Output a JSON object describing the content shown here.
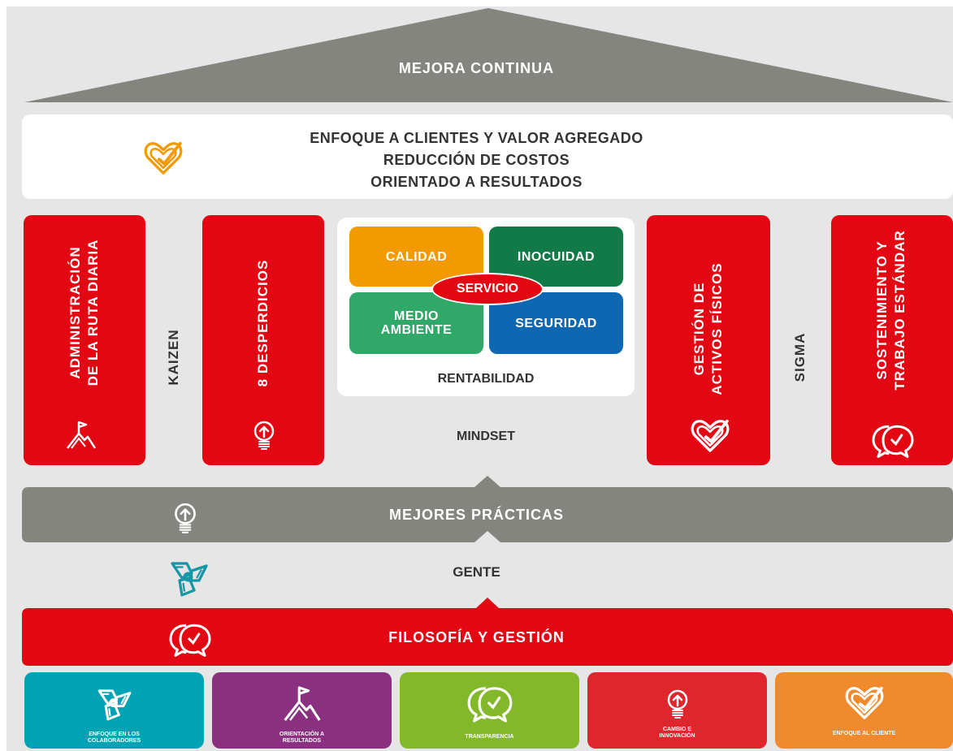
{
  "roof": {
    "label": "MEJORA CONTINUA"
  },
  "value_bar": {
    "lines": [
      "ENFOQUE A CLIENTES Y VALOR AGREGADO",
      "REDUCCIÓN DE COSTOS",
      "ORIENTADO A RESULTADOS"
    ],
    "icon": "heart-check-icon"
  },
  "pillars": {
    "p1": {
      "line1": "ADMINISTRACIÓN",
      "line2": "DE LA RUTA DIARIA",
      "icon": "mountain-flag-icon"
    },
    "kaizen": "KAIZEN",
    "p2": {
      "line1": "8 DESPERDICIOS",
      "icon": "lightbulb-icon"
    },
    "p3": {
      "line1": "GESTIÓN DE",
      "line2": "ACTIVOS FÍSICOS",
      "icon": "heart-check-icon"
    },
    "sigma": "SIGMA",
    "p4": {
      "line1": "SOSTENIMIENTO Y",
      "line2": "TRABAJO ESTÁNDAR",
      "icon": "speech-bubbles-icon"
    }
  },
  "center": {
    "calidad": "CALIDAD",
    "inocuidad": "INOCUIDAD",
    "medio_line1": "MEDIO",
    "medio_line2": "AMBIENTE",
    "seguridad": "SEGURIDAD",
    "servicio": "SERVICIO",
    "rentabilidad": "RENTABILIDAD",
    "mindset": "MINDSET"
  },
  "mejores_practicas": {
    "label": "MEJORES PRÁCTICAS",
    "icon": "lightbulb-icon"
  },
  "gente": {
    "label": "GENTE",
    "icon": "hands-circle-icon"
  },
  "filosofia": {
    "label": "FILOSOFÍA Y GESTIÓN",
    "icon": "speech-bubbles-icon"
  },
  "tiles": [
    {
      "line1": "ENFOQUE EN LOS",
      "line2": "COLABORADORES",
      "icon": "hands-circle-icon"
    },
    {
      "line1": "ORIENTACIÓN A",
      "line2": "RESULTADOS",
      "icon": "mountain-flag-icon"
    },
    {
      "line1": "TRANSPARENCIA",
      "line2": "",
      "icon": "speech-bubbles-icon"
    },
    {
      "line1": "CAMBIO E",
      "line2": "INNOVACIÓN",
      "icon": "lightbulb-icon"
    },
    {
      "line1": "ENFOQUE AL CLIENTE",
      "line2": "",
      "icon": "heart-check-icon"
    }
  ],
  "colors": {
    "red": "#e30613",
    "gray": "#85857f",
    "orange": "#f29a00",
    "dark_green": "#127a47",
    "green": "#2fa868",
    "blue": "#0e67b1",
    "teal": "#00a3b4",
    "purple": "#8b2f80",
    "lime": "#82b82a",
    "tile_red": "#e0262d",
    "tile_orange": "#f18a2c"
  }
}
